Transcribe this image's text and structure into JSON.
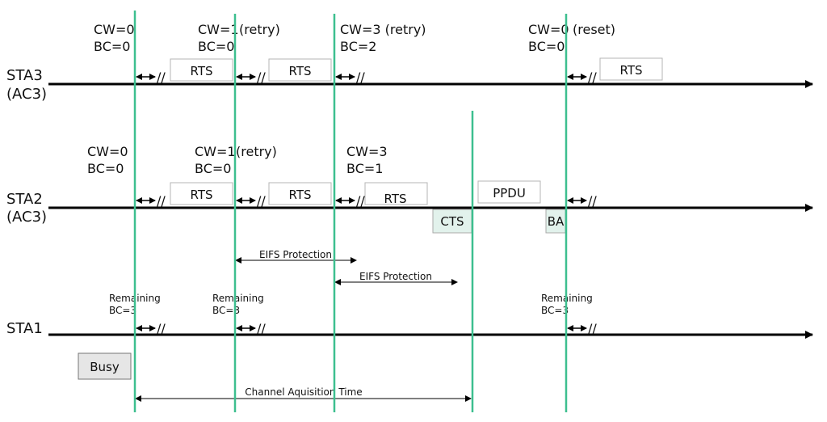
{
  "colors": {
    "line": "#000000",
    "timing": "#3dbf8f",
    "box_border": "#b5b5b5",
    "cts_fill": "#e2f2ec",
    "busy_fill": "#e6e6e6"
  },
  "stations": [
    {
      "id": "sta3",
      "name": "STA3",
      "ac": "(AC3)"
    },
    {
      "id": "sta2",
      "name": "STA2",
      "ac": "(AC3)"
    },
    {
      "id": "sta1",
      "name": "STA1",
      "ac": ""
    }
  ],
  "sta3": {
    "states": [
      {
        "cw": "CW=0",
        "bc": "BC=0",
        "note": ""
      },
      {
        "cw": "CW=1",
        "bc": "BC=0",
        "note": "(retry)"
      },
      {
        "cw": "CW=3 (retry)",
        "bc": "BC=2",
        "note": ""
      },
      {
        "cw": "CW=0",
        "bc": "BC=0",
        "note": "(reset)"
      }
    ],
    "frames": [
      "RTS",
      "RTS",
      "RTS"
    ]
  },
  "sta2": {
    "states": [
      {
        "cw": "CW=0",
        "bc": "BC=0",
        "note": ""
      },
      {
        "cw": "CW=1",
        "bc": "BC=0",
        "note": "(retry)"
      },
      {
        "cw": "CW=3",
        "bc": "BC=1",
        "note": ""
      }
    ],
    "frames": [
      "RTS",
      "RTS",
      "RTS",
      "PPDU"
    ],
    "responses": [
      "CTS",
      "BA"
    ]
  },
  "eifs": [
    "EIFS Protection",
    "EIFS Protection"
  ],
  "sta1": {
    "remaining": [
      {
        "line1": "Remaining",
        "line2": "BC=3"
      },
      {
        "line1": "Remaining",
        "line2": "BC=3"
      },
      {
        "line1": "Remaining",
        "line2": "BC=3"
      }
    ],
    "busy": "Busy"
  },
  "backoff_mark": "//",
  "channel_acquisition": "Channel Aquisition Time"
}
